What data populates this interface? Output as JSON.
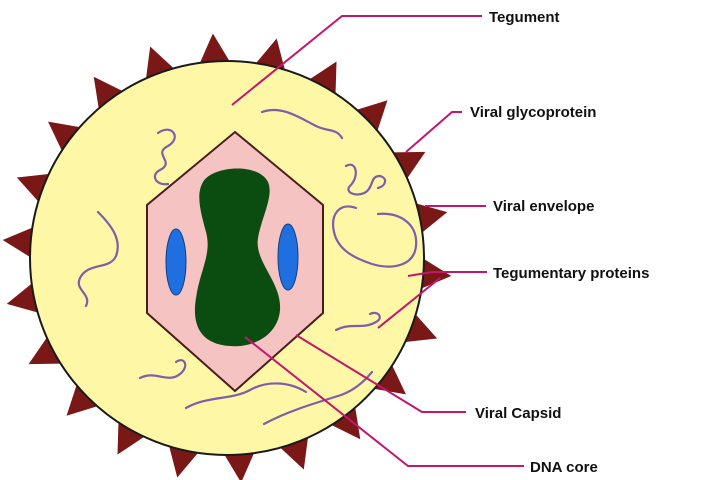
{
  "labels": {
    "tegument": "Tegument",
    "glycoprotein": "Viral glycoprotein",
    "envelope": "Viral envelope",
    "tegumentary_proteins": "Tegumentary proteins",
    "capsid": "Viral Capsid",
    "dna_core": "DNA core"
  },
  "colors": {
    "tegument_fill": "#fdf7a6",
    "capsid_fill": "#f6c3c3",
    "dna_core_fill": "#0b4d10",
    "blue_oval": "#1f6fe0",
    "spikes": "#7a1717",
    "leader_lines": "#c4166f",
    "protein_strands": "#7c5fa8"
  }
}
